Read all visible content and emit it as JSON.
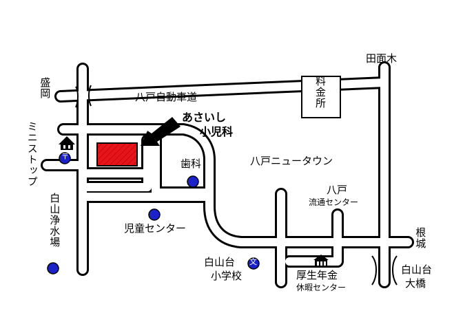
{
  "map": {
    "labels": {
      "morioka": "盛岡",
      "mini_stop": "ミニストップ",
      "expressway": "八戸自動車道",
      "tamenoki": "田面木",
      "tollgate": "料金所",
      "clinic_line1": "あさいし",
      "clinic_line2": "小児科",
      "dentist": "歯科",
      "newtown": "八戸ニュータウン",
      "ryutsu_line1": "八戸",
      "ryutsu_line2": "流通センター",
      "shirayama_josui": "白山浄水場",
      "jido_center": "児童センター",
      "shirayamadai_school_line1": "白山台",
      "shirayamadai_school_line2": "小学校",
      "kosei_line1": "厚生年金",
      "kosei_line2": "休暇センター",
      "neshiro": "根城",
      "ohashi_line1": "白山台",
      "ohashi_line2": "大橋"
    },
    "icons": {
      "post_office": "〒",
      "school": "文"
    },
    "colors": {
      "road_outline": "#000000",
      "road_fill": "#ffffff",
      "clinic_fill": "#e8141b",
      "marker": "#1a22c8"
    }
  }
}
